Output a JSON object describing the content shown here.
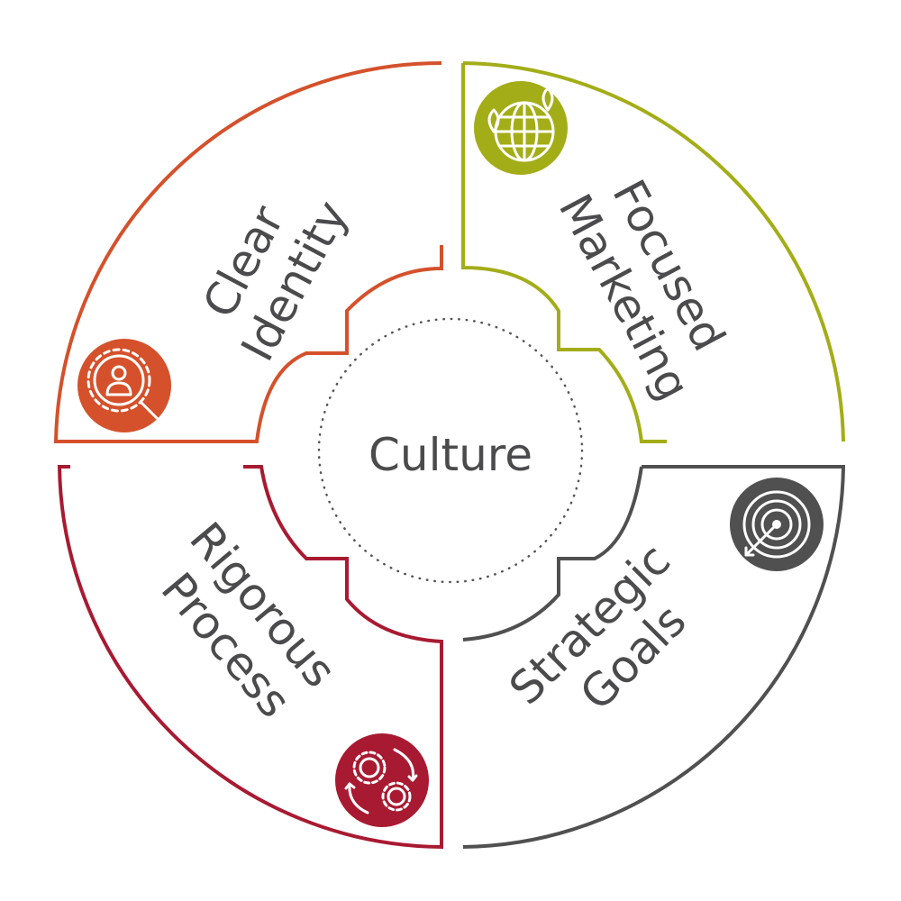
{
  "center": {
    "label": "Culture"
  },
  "quadrants": [
    {
      "key": "clear-identity",
      "lines": [
        "Clear",
        "Identity"
      ],
      "color": "#d4512b",
      "icon": "person-magnifier-icon"
    },
    {
      "key": "focused-marketing",
      "lines": [
        "Focused",
        "Marketing"
      ],
      "color": "#a3ad17",
      "icon": "globe-location-icon"
    },
    {
      "key": "strategic-goals",
      "lines": [
        "Strategic",
        "Goals"
      ],
      "color": "#505050",
      "icon": "target-arrow-icon"
    },
    {
      "key": "rigorous-process",
      "lines": [
        "Rigorous",
        "Process"
      ],
      "color": "#a81a31",
      "icon": "gears-cycle-icon"
    }
  ]
}
